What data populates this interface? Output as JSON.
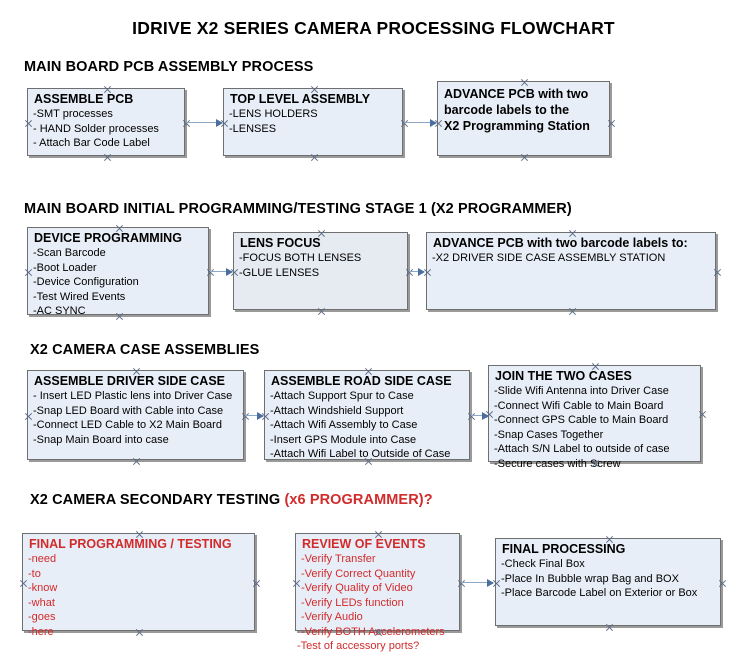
{
  "title": "IDRIVE X2  SERIES CAMERA PROCESSING FLOWCHART",
  "sections": [
    {
      "id": "main-board-pcb-assembly",
      "heading": "MAIN BOARD PCB ASSEMBLY PROCESS",
      "heading_red": "",
      "heading_tail": ""
    },
    {
      "id": "main-board-initial-programming",
      "heading": "MAIN BOARD INITIAL PROGRAMMING/TESTING STAGE 1 (X2 PROGRAMMER)",
      "heading_red": "",
      "heading_tail": ""
    },
    {
      "id": "x2-camera-case-assemblies",
      "heading": "X2 CAMERA CASE ASSEMBLIES",
      "heading_red": "",
      "heading_tail": ""
    },
    {
      "id": "x2-camera-secondary-testing",
      "heading": "X2 CAMERA SECONDARY TESTING ",
      "heading_red": "(x6 PROGRAMMER)?",
      "heading_tail": ""
    }
  ],
  "boxes": {
    "assemble_pcb": {
      "head": "ASSEMBLE PCB",
      "lines": [
        "-SMT processes",
        "- HAND Solder processes",
        "- Attach Bar Code Label"
      ]
    },
    "top_level_assembly": {
      "head": "TOP LEVEL ASSEMBLY",
      "lines": [
        "-LENS HOLDERS",
        "-LENSES"
      ]
    },
    "advance_pcb_station": {
      "head": "ADVANCE PCB with two",
      "lines": [
        "barcode labels to the",
        " X2 Programming Station"
      ]
    },
    "device_programming": {
      "head": "DEVICE PROGRAMMING",
      "lines": [
        "-Scan Barcode",
        "-Boot Loader",
        "-Device Configuration",
        "-Test Wired Events",
        "-AC SYNC"
      ]
    },
    "lens_focus": {
      "head": "LENS FOCUS",
      "lines": [
        "-FOCUS BOTH LENSES",
        "-GLUE LENSES"
      ]
    },
    "advance_pcb_driver_side": {
      "head": "ADVANCE PCB with two barcode labels to:",
      "lines": [
        "-X2 DRIVER  SIDE  CASE  ASSEMBLY STATION"
      ]
    },
    "assemble_driver_side_case": {
      "head": "ASSEMBLE DRIVER SIDE CASE",
      "lines": [
        "- Insert LED Plastic lens into Driver Case",
        "-Snap LED Board with Cable into Case",
        "-Connect LED Cable to X2 Main Board",
        "-Snap Main Board into case"
      ]
    },
    "assemble_road_side_case": {
      "head": "ASSEMBLE ROAD SIDE CASE",
      "lines": [
        "-Attach Support Spur to Case",
        "-Attach Windshield Support",
        "-Attach Wifi Assembly to Case",
        "-Insert GPS Module into Case",
        "-Attach Wifi Label to Outside of Case"
      ]
    },
    "join_the_two_cases": {
      "head": "JOIN THE TWO CASES",
      "lines": [
        "-Slide Wifi Antenna into Driver Case",
        "-Connect Wifi Cable to Main Board",
        "-Connect GPS Cable to Main Board",
        "-Snap Cases Together",
        "-Attach S/N Label to outside of case",
        "-Secure cases with Screw"
      ]
    },
    "final_programming_testing": {
      "head": "FINAL PROGRAMMING / TESTING",
      "lines": [
        "-need",
        "-to",
        "-know",
        "-what",
        "-goes",
        "-here"
      ]
    },
    "review_of_events": {
      "head": "REVIEW OF EVENTS",
      "lines": [
        "-Verify Transfer",
        "-Verify Correct Quantity",
        "-Verify Quality of Video",
        "-Verify LEDs function",
        "-Verify Audio",
        "-Verify BOTH Accelerometers",
        "-Test of accessory ports?"
      ]
    },
    "final_processing": {
      "head": "FINAL PROCESSING",
      "lines": [
        " -Check Final Box",
        "-Place In Bubble wrap Bag and BOX",
        "-Place Barcode Label on Exterior or Box"
      ]
    }
  },
  "colors": {
    "box_fill": "#e8eef7",
    "box_border": "#6f6f6f",
    "box_shadow": "#9a9a9a",
    "red_text": "#d22b2b",
    "arrow": "#8ea9c8",
    "arrow_head": "#4a6f9e",
    "handle": "#5d6b86"
  }
}
